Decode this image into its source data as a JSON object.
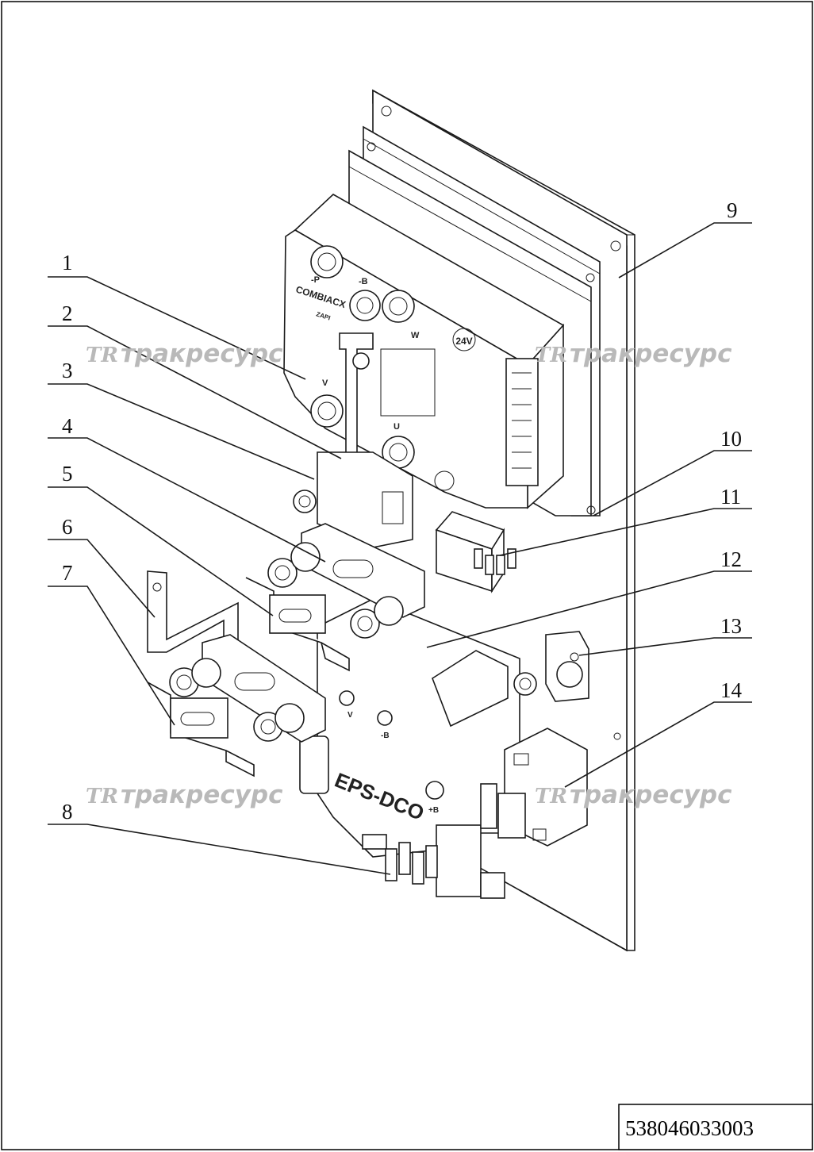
{
  "callouts": [
    {
      "id": "1",
      "label": "1"
    },
    {
      "id": "2",
      "label": "2"
    },
    {
      "id": "3",
      "label": "3"
    },
    {
      "id": "4",
      "label": "4"
    },
    {
      "id": "5",
      "label": "5"
    },
    {
      "id": "6",
      "label": "6"
    },
    {
      "id": "7",
      "label": "7"
    },
    {
      "id": "8",
      "label": "8"
    },
    {
      "id": "9",
      "label": "9"
    },
    {
      "id": "10",
      "label": "10"
    },
    {
      "id": "11",
      "label": "11"
    },
    {
      "id": "12",
      "label": "12"
    },
    {
      "id": "13",
      "label": "13"
    },
    {
      "id": "14",
      "label": "14"
    }
  ],
  "controller_markings": {
    "model": "COMBIACX",
    "sub": "ZAPI",
    "terminals": [
      "-P",
      "-B",
      "W",
      "V",
      "U"
    ],
    "voltage": "24V"
  },
  "dc_module_markings": {
    "model": "EPS-DCO",
    "terminals": [
      "V",
      "-B",
      "+B"
    ]
  },
  "watermark": {
    "logo": "TR",
    "text": "тракресурс"
  },
  "part_number": "538046033003"
}
